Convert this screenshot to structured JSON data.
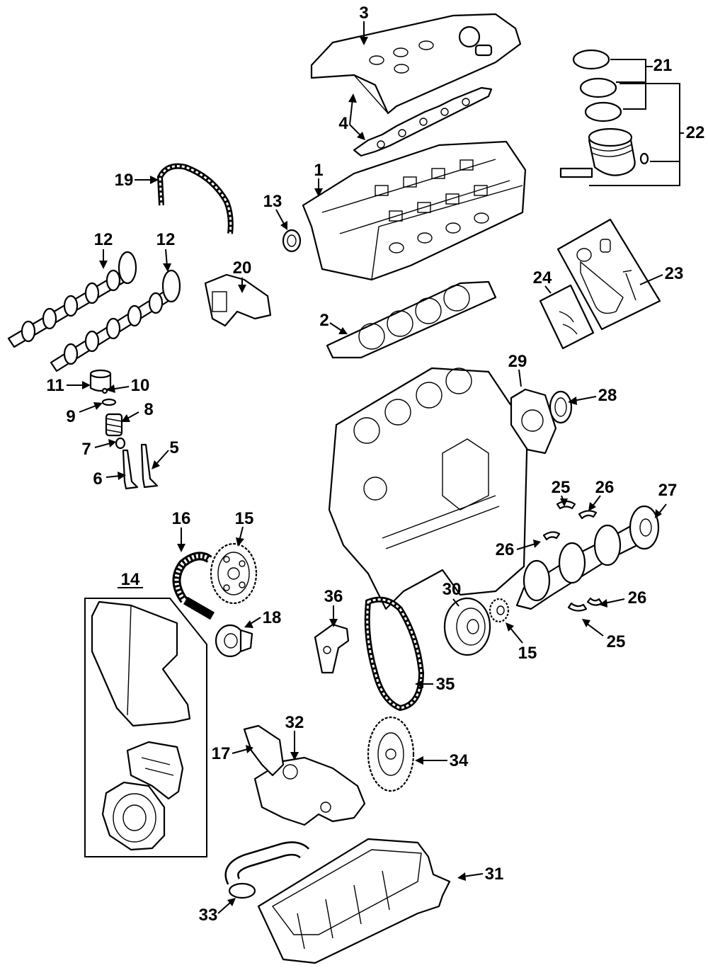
{
  "diagram": {
    "callouts": [
      {
        "id": "c1",
        "label": "1"
      },
      {
        "id": "c2",
        "label": "2"
      },
      {
        "id": "c3",
        "label": "3"
      },
      {
        "id": "c4",
        "label": "4"
      },
      {
        "id": "c5",
        "label": "5"
      },
      {
        "id": "c6",
        "label": "6"
      },
      {
        "id": "c7",
        "label": "7"
      },
      {
        "id": "c8",
        "label": "8"
      },
      {
        "id": "c9",
        "label": "9"
      },
      {
        "id": "c10",
        "label": "10"
      },
      {
        "id": "c11",
        "label": "11"
      },
      {
        "id": "c12a",
        "label": "12"
      },
      {
        "id": "c12b",
        "label": "12"
      },
      {
        "id": "c13",
        "label": "13"
      },
      {
        "id": "c14",
        "label": "14"
      },
      {
        "id": "c15a",
        "label": "15"
      },
      {
        "id": "c15b",
        "label": "15"
      },
      {
        "id": "c16",
        "label": "16"
      },
      {
        "id": "c17",
        "label": "17"
      },
      {
        "id": "c18",
        "label": "18"
      },
      {
        "id": "c19",
        "label": "19"
      },
      {
        "id": "c20",
        "label": "20"
      },
      {
        "id": "c21",
        "label": "21"
      },
      {
        "id": "c22",
        "label": "22"
      },
      {
        "id": "c23",
        "label": "23"
      },
      {
        "id": "c24",
        "label": "24"
      },
      {
        "id": "c25a",
        "label": "25"
      },
      {
        "id": "c25b",
        "label": "25"
      },
      {
        "id": "c26a",
        "label": "26"
      },
      {
        "id": "c26b",
        "label": "26"
      },
      {
        "id": "c26c",
        "label": "26"
      },
      {
        "id": "c27",
        "label": "27"
      },
      {
        "id": "c28",
        "label": "28"
      },
      {
        "id": "c29",
        "label": "29"
      },
      {
        "id": "c30",
        "label": "30"
      },
      {
        "id": "c31",
        "label": "31"
      },
      {
        "id": "c32",
        "label": "32"
      },
      {
        "id": "c33",
        "label": "33"
      },
      {
        "id": "c34",
        "label": "34"
      },
      {
        "id": "c35",
        "label": "35"
      },
      {
        "id": "c36",
        "label": "36"
      }
    ]
  }
}
